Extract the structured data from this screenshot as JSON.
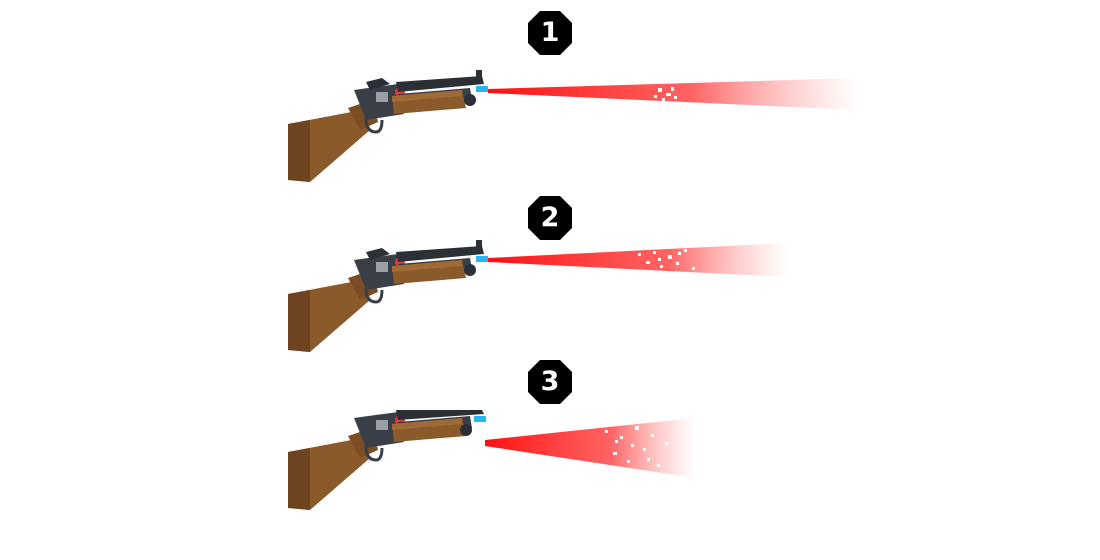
{
  "steps": [
    {
      "number": "1",
      "badge_color": "#000000"
    },
    {
      "number": "2",
      "badge_color": "#000000"
    },
    {
      "number": "3",
      "badge_color": "#000000"
    }
  ],
  "colors": {
    "background": "#ffffff",
    "beam": "#ff1a1a",
    "muzzle": "#29b6f6",
    "wood": "#8b5a2b",
    "metal": "#3a3f47",
    "shell": "#e53935"
  },
  "icons": {
    "shotgun": "shotgun-icon",
    "laser": "laser-beam-icon",
    "badge": "numbered-octagon-badge"
  }
}
